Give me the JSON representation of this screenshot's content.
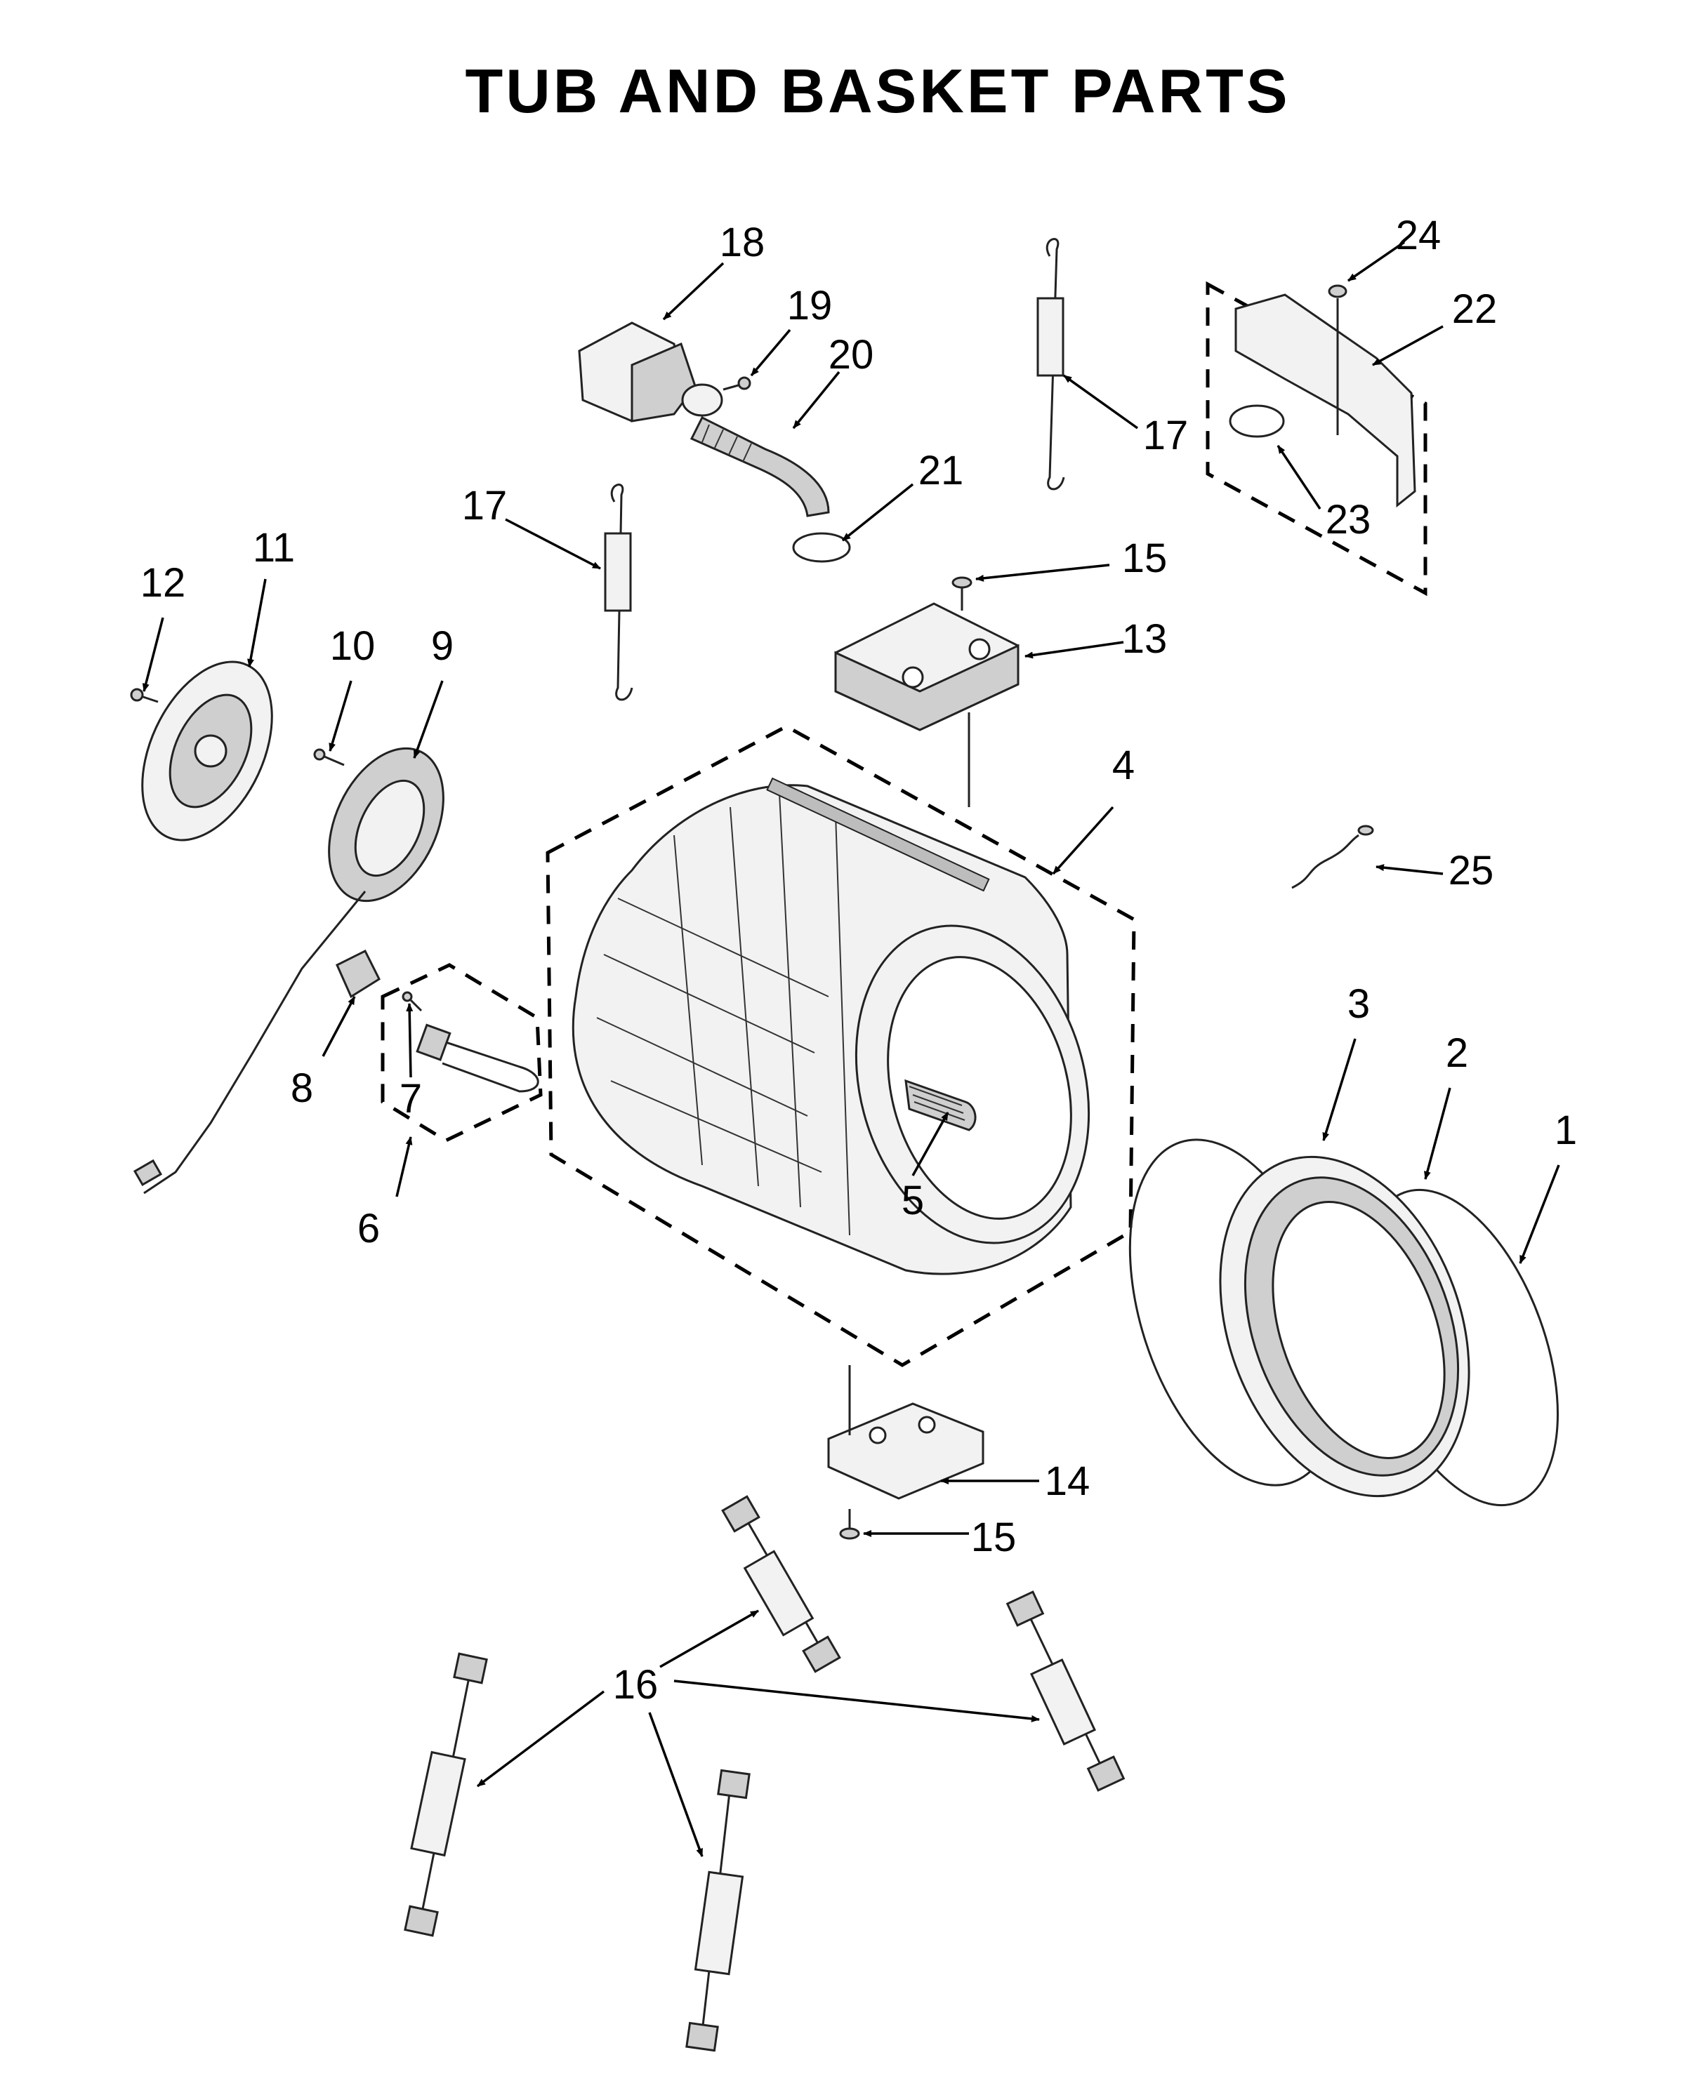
{
  "title": "TUB AND BASKET PARTS",
  "callouts": {
    "c1": "1",
    "c2": "2",
    "c3": "3",
    "c4": "4",
    "c5": "5",
    "c6": "6",
    "c7": "7",
    "c8": "8",
    "c9": "9",
    "c10": "10",
    "c11": "11",
    "c12": "12",
    "c13": "13",
    "c14": "14",
    "c15a": "15",
    "c15b": "15",
    "c16": "16",
    "c17a": "17",
    "c17b": "17",
    "c18": "18",
    "c19": "19",
    "c20": "20",
    "c21": "21",
    "c22": "22",
    "c23": "23",
    "c24": "24",
    "c25": "25"
  }
}
